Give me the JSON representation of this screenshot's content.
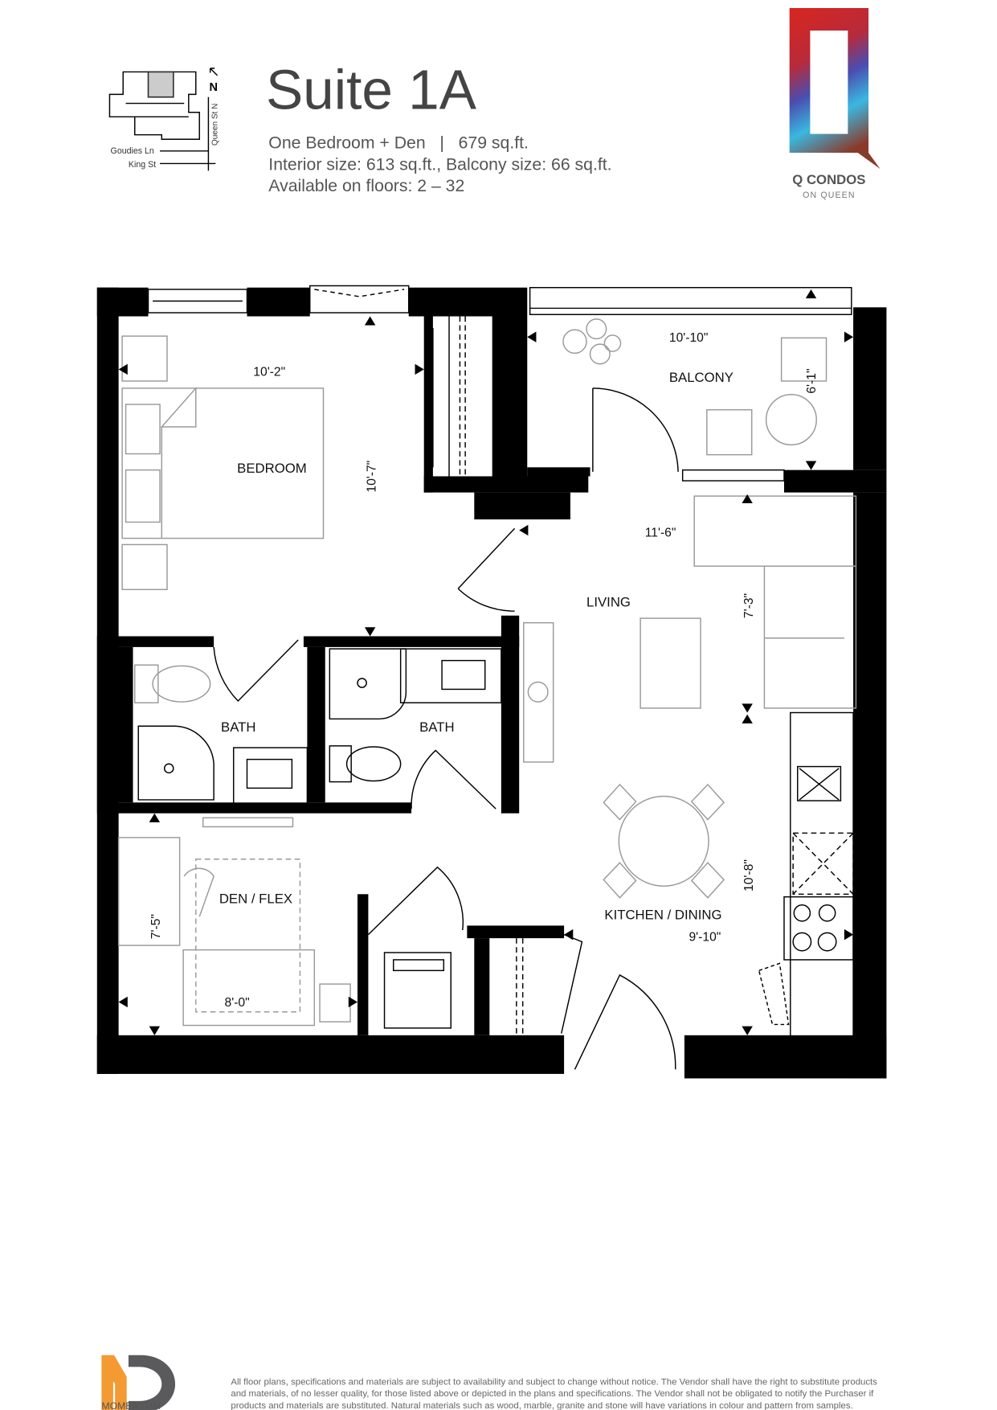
{
  "header": {
    "suite_title": "Suite 1A",
    "line1": "One Bedroom + Den   |   679 sq.ft.",
    "line2": "Interior size: 613 sq.ft., Balcony size: 66 sq.ft.",
    "line3": "Available on floors: 2 – 32"
  },
  "keyplan": {
    "north": "N",
    "street_east": "Queen St N",
    "street_1": "Goudies Ln",
    "street_2": "King St"
  },
  "brand": {
    "name": "Q CONDOS",
    "tagline": "ON QUEEN"
  },
  "rooms": {
    "bedroom": "BEDROOM",
    "balcony": "BALCONY",
    "living": "LIVING",
    "bath1": "BATH",
    "bath2": "BATH",
    "den": "DEN / FLEX",
    "kitchen": "KITCHEN / DINING"
  },
  "dimensions": {
    "bedroom_w": "10'-2\"",
    "bedroom_h": "10'-7\"",
    "balcony_w": "10'-10\"",
    "balcony_h": "6'-1\"",
    "living_w": "11'-6\"",
    "living_h": "7'-3\"",
    "kitchen_h": "10'-8\"",
    "kitchen_w": "9'-10\"",
    "den_h": "7'-5\"",
    "den_w": "8'-0\""
  },
  "footer": {
    "developer": "MOMENTUM",
    "disclaimer_1": "All floor plans, specifications and materials are subject to availability and subject to change without notice.  The Vendor shall have the right to substitute products",
    "disclaimer_2": "and materials, of no lesser quality, for those listed above or depicted in the plans and specifications. The Vendor shall not be obligated to notify the Purchaser if",
    "disclaimer_3": "products and materials are substituted. Natural materials such as wood, marble, granite and stone will have variations in colour and pattern from samples."
  },
  "colors": {
    "accent_orange": "#f39a33",
    "logo_grey": "#5a5a5c"
  }
}
